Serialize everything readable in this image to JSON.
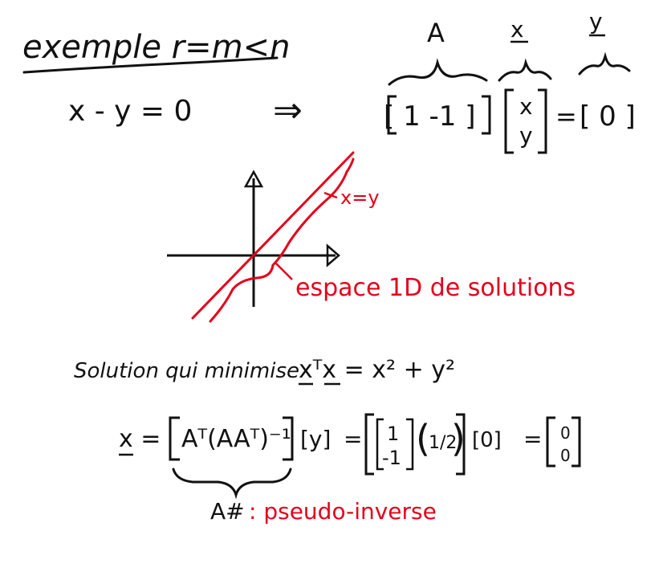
{
  "colors": {
    "ink": "#111111",
    "accent": "#e3001b",
    "background": "#ffffff"
  },
  "title": "exemple r=m<n",
  "equation": "x - y = 0",
  "implies": "⇒",
  "matrix_eq": {
    "label_A": "A",
    "label_x": "x",
    "label_y": "y",
    "row_A": "[ 1   -1 ]",
    "vec_x_top": "x",
    "vec_x_bottom": "y",
    "equals": "=",
    "rhs": "[ 0 ]"
  },
  "plot": {
    "line_label": "x=y",
    "space_label": "espace 1D de solutions"
  },
  "minimise": {
    "prefix": "Solution qui minimise",
    "expr": "xᵀx = x² + y²"
  },
  "solution": {
    "lhs": "x =",
    "bracket_expr": "Aᵀ(AAᵀ)⁻¹",
    "y_term": "[y]",
    "eq1": "=",
    "vec_top": "1",
    "vec_bottom": "-1",
    "frac": "1/2",
    "zero_term": "[0]",
    "eq2": "=",
    "result_top": "0",
    "result_bottom": "0"
  },
  "pseudo": {
    "label": "A#",
    "text": ": pseudo-inverse"
  }
}
